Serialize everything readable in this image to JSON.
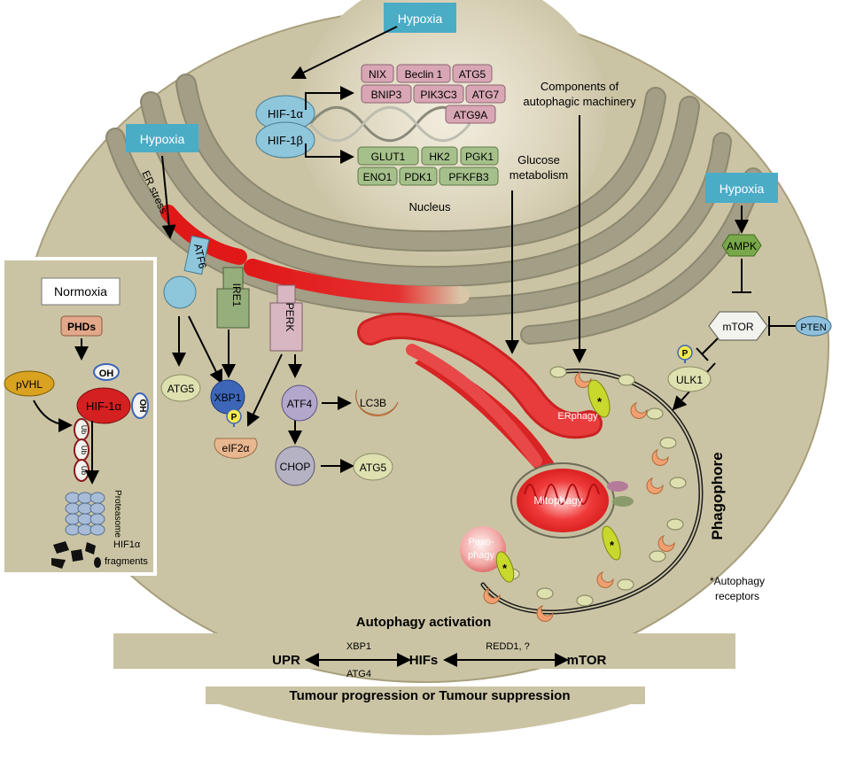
{
  "hypoxia_label": "Hypoxia",
  "nucleus": {
    "label": "Nucleus",
    "hif1a": "HIF-1α",
    "hif1b": "HIF-1β",
    "autophagy_genes": [
      "NIX",
      "Beclin 1",
      "ATG5",
      "BNIP3",
      "PIK3C3",
      "ATG7",
      "ATG9A"
    ],
    "glucose_genes": [
      "GLUT1",
      "HK2",
      "PGK1",
      "ENO1",
      "PDK1",
      "PFKFB3"
    ],
    "components_label_line1": "Components of",
    "components_label_line2": "autophagic machinery",
    "glucose_label_line1": "Glucose",
    "glucose_label_line2": "metabolism"
  },
  "er": {
    "stress_label": "ER stress",
    "atf6": "ATF6",
    "ire1": "IRE1",
    "perk": "PERK",
    "atg5_left": "ATG5",
    "xbp1": "XBP1",
    "p_label": "P",
    "eif2a": "eIF2α",
    "atf4": "ATF4",
    "lc3b": "LC3B",
    "chop": "CHOP",
    "atg5_right": "ATG5"
  },
  "normoxia": {
    "title": "Normoxia",
    "phds": "PHDs",
    "oh": "OH",
    "pvhl": "pVHL",
    "hif1a": "HIF-1α",
    "ub": "Ub",
    "proteasome": "Proteasome",
    "fragments_line1": "HIF1α",
    "fragments_line2": "fragments"
  },
  "mtor_pathway": {
    "ampk": "AMPK",
    "mtor": "mTOR",
    "pten": "PTEN",
    "ulk1": "ULK1",
    "p_label": "P"
  },
  "phagophore": {
    "label": "Phagophore",
    "erphagy": "ERphagy",
    "mitophagy": "Mitophagy",
    "pexophagy_line1": "Pexo-",
    "pexophagy_line2": "phagy",
    "receptor_mark": "*",
    "receptors_note_line1": "*Autophagy",
    "receptors_note_line2": "receptors"
  },
  "bottom": {
    "activation": "Autophagy activation",
    "upr": "UPR",
    "hifs": "HIFs",
    "mtor": "mTOR",
    "xbp1": "XBP1",
    "atg4": "ATG4",
    "redd1": "REDD1, ?",
    "outcome": "Tumour progression or Tumour suppression"
  },
  "colors": {
    "cell": "#cbc4a4",
    "cell_edge": "#a79f7c",
    "er_cisterna": "#a39e86",
    "er_red": "#e01818",
    "hypoxia_box": "#4bacc6",
    "hif_circle": "#8ec6dc",
    "autophagy_gene": "#d8a6b5",
    "glucose_gene": "#a6c08b",
    "ampk": "#79a84a",
    "xbp1": "#3d66b8",
    "eif2a": "#e8b790",
    "atf4": "#b3a7cc",
    "lc3b": "#f0a070",
    "chop": "#b5b2c4",
    "ire1": "#96ad7c",
    "perk": "#d8b6c2",
    "phds": "#e3a88a",
    "pvhl": "#d9a21f",
    "p_circle": "#f4ea4a",
    "vesicle": "#dfe0b0",
    "receptor": "#c8d82c"
  }
}
